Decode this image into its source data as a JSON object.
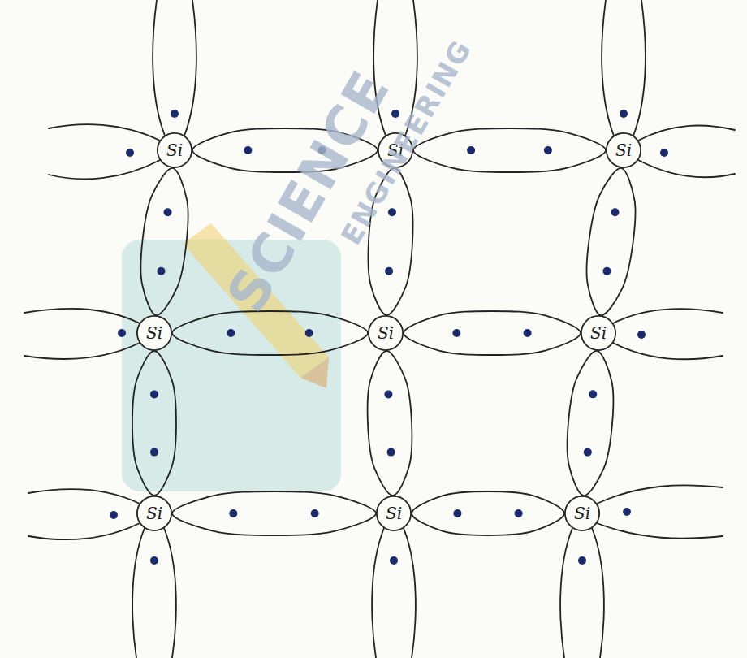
{
  "diagram": {
    "nodes": [
      {
        "text": [
          "Si"
        ]
      },
      {
        "text": [
          "Si"
        ]
      },
      {
        "text": [
          "Si"
        ]
      },
      {
        "text": [
          "Si"
        ]
      },
      {
        "text": [
          "Si"
        ]
      },
      {
        "text": [
          "Si"
        ]
      },
      {
        "text": [
          "Si"
        ]
      },
      {
        "text": [
          "Si"
        ]
      },
      {
        "text": [
          "Si"
        ]
      }
    ],
    "edges": [
      {
        "from": 0,
        "to": 1,
        "arrow": "none"
      },
      {
        "from": 1,
        "to": 2,
        "arrow": "none"
      },
      {
        "from": 3,
        "to": 4,
        "arrow": "none"
      },
      {
        "from": 4,
        "to": 5,
        "arrow": "none"
      },
      {
        "from": 6,
        "to": 7,
        "arrow": "none"
      },
      {
        "from": 7,
        "to": 8,
        "arrow": "none"
      },
      {
        "from": 0,
        "to": 3,
        "arrow": "none"
      },
      {
        "from": 3,
        "to": 6,
        "arrow": "none"
      },
      {
        "from": 1,
        "to": 4,
        "arrow": "none"
      },
      {
        "from": 4,
        "to": 7,
        "arrow": "none"
      },
      {
        "from": 2,
        "to": 5,
        "arrow": "none"
      },
      {
        "from": 5,
        "to": 8,
        "arrow": "none"
      }
    ],
    "labels": [
      "SCIENCE",
      "ENGINEERING"
    ]
  }
}
